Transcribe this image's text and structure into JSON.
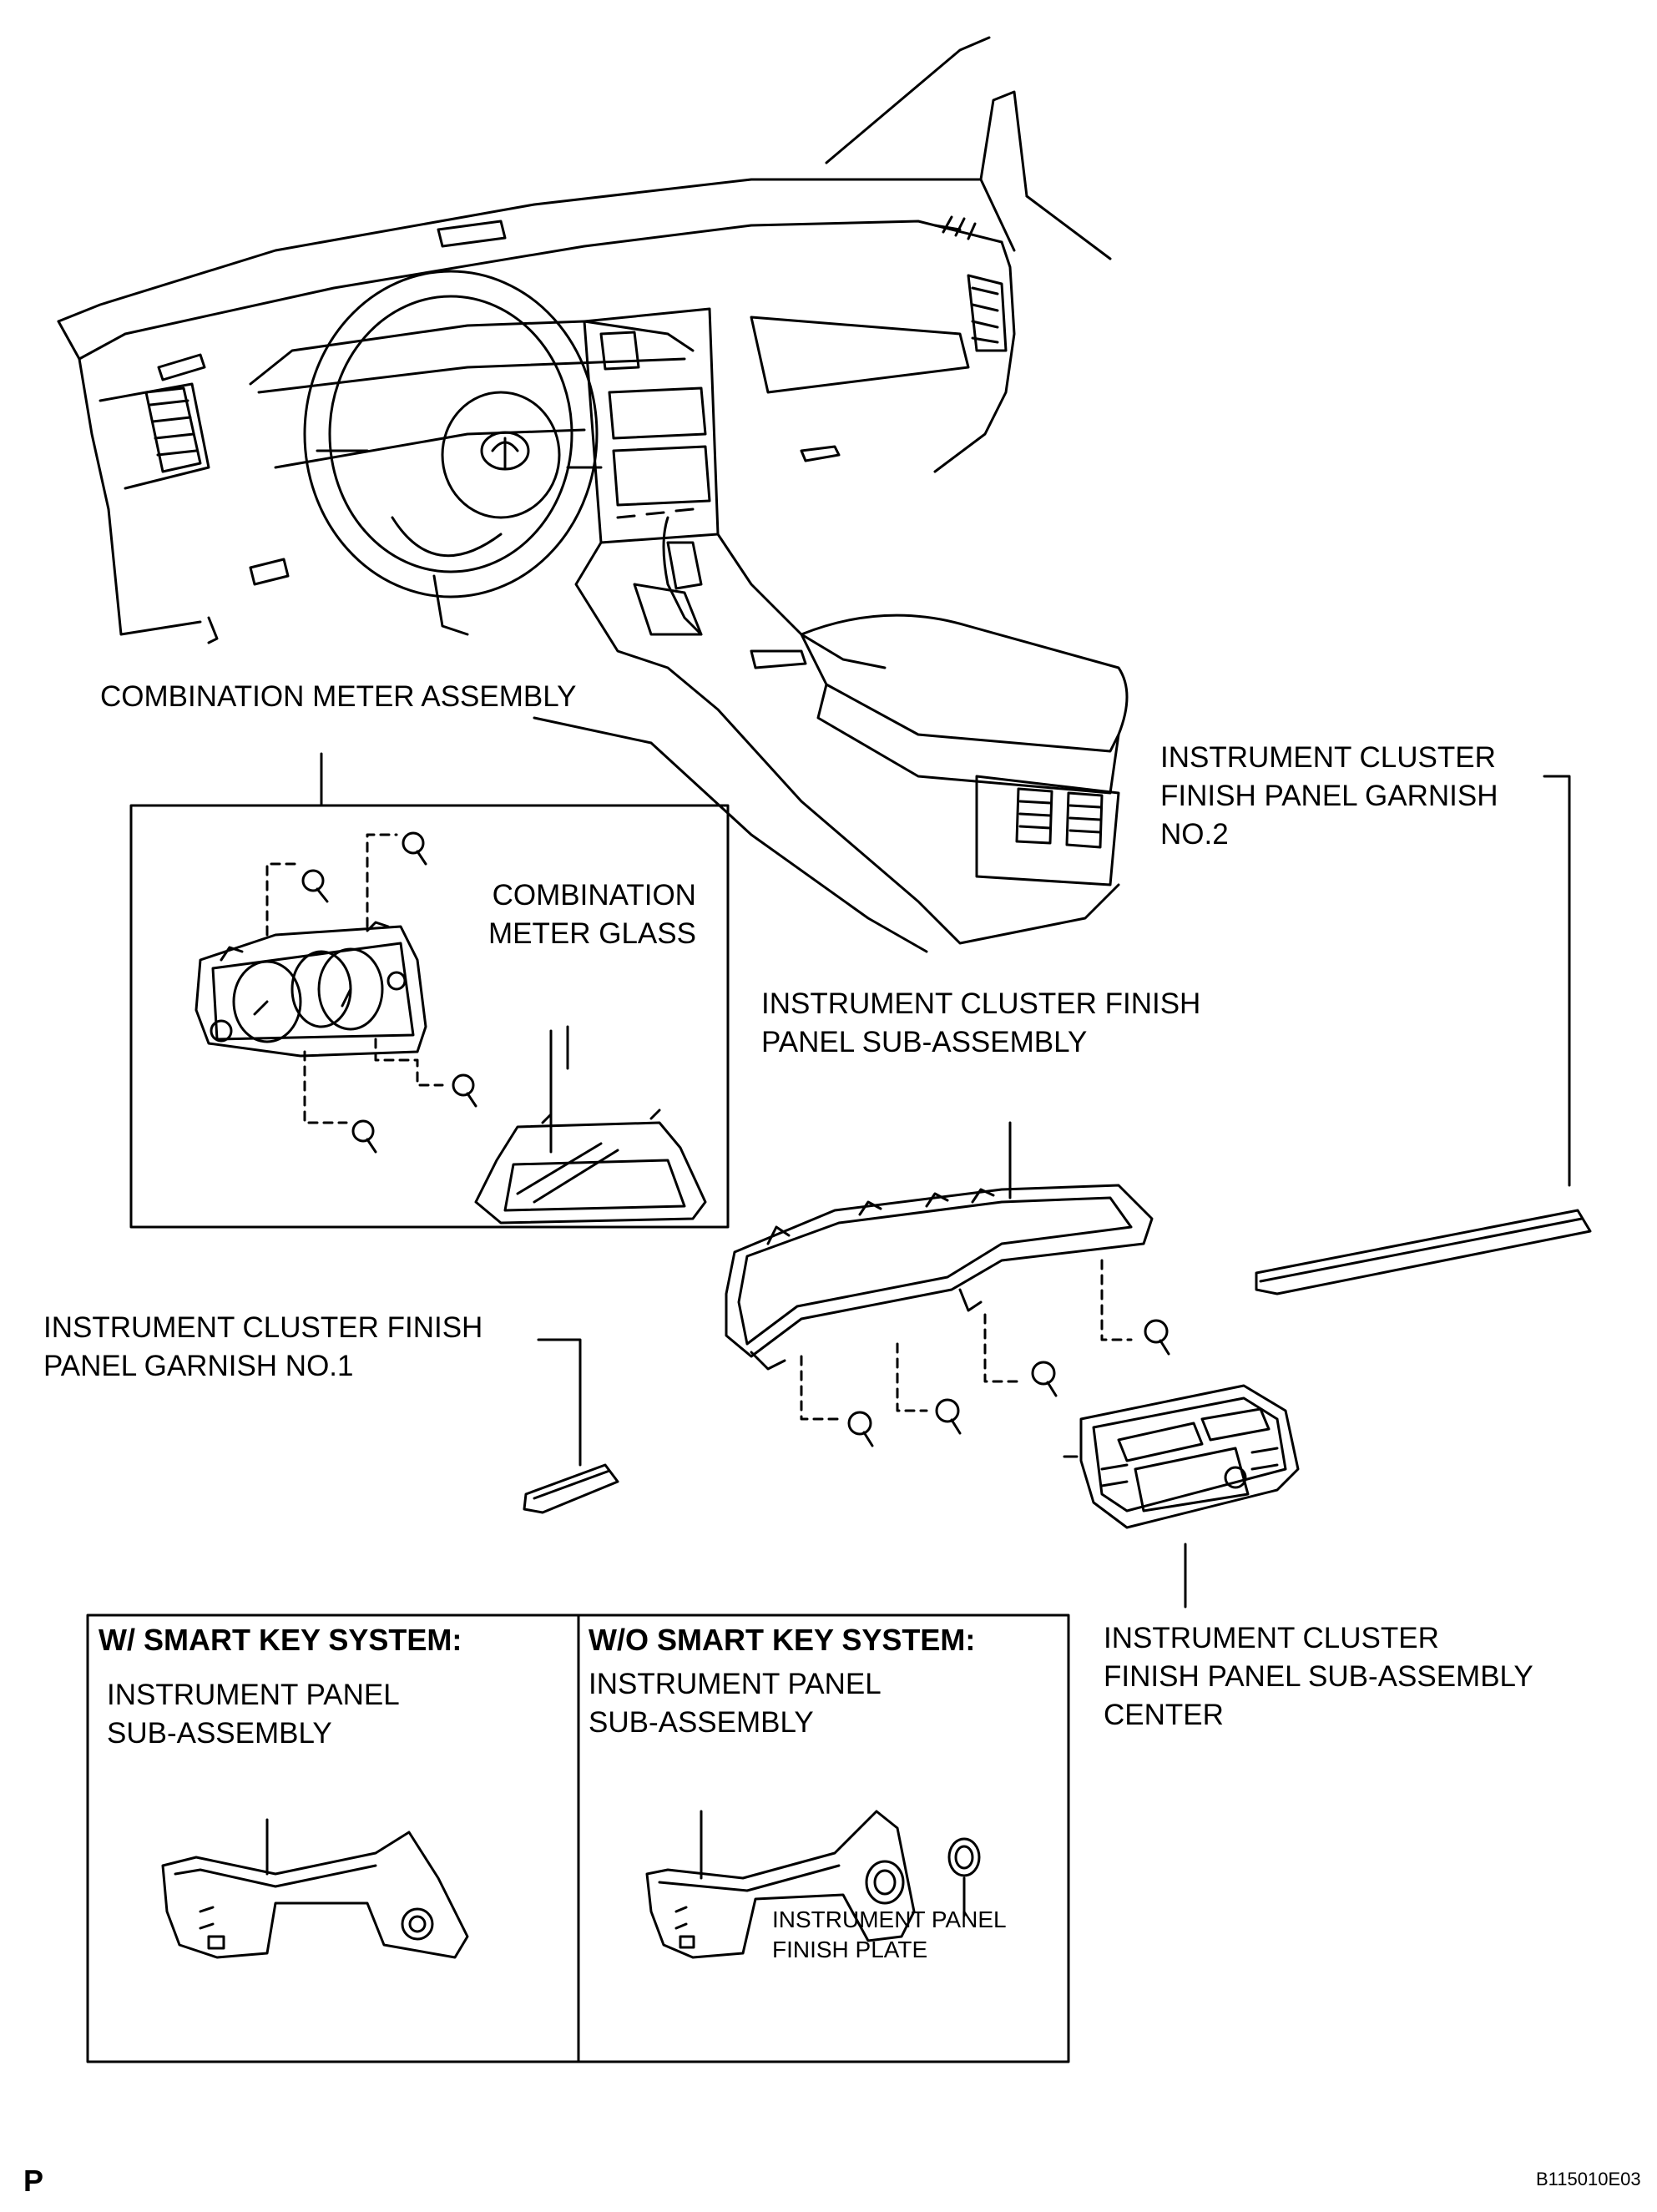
{
  "labels": {
    "combination_meter_assembly": [
      "COMBINATION METER ASSEMBLY"
    ],
    "combination_meter_glass": [
      "COMBINATION",
      "METER GLASS"
    ],
    "garnish_no2": [
      "INSTRUMENT CLUSTER",
      "FINISH PANEL GARNISH",
      "NO.2"
    ],
    "cluster_finish_panel_sub": [
      "INSTRUMENT CLUSTER FINISH",
      "PANEL SUB-ASSEMBLY"
    ],
    "garnish_no1": [
      "INSTRUMENT CLUSTER FINISH",
      "PANEL GARNISH NO.1"
    ],
    "cluster_center": [
      "INSTRUMENT CLUSTER",
      "FINISH PANEL SUB-ASSEMBLY",
      "CENTER"
    ],
    "panel_sub_left": [
      "INSTRUMENT PANEL",
      "SUB-ASSEMBLY"
    ],
    "panel_sub_right": [
      "INSTRUMENT PANEL",
      "SUB-ASSEMBLY"
    ],
    "finish_plate": [
      "INSTRUMENT PANEL",
      "FINISH PLATE"
    ]
  },
  "variants": {
    "with_smart_key": "W/ SMART KEY SYSTEM:",
    "without_smart_key": "W/O SMART KEY SYSTEM:"
  },
  "footer": {
    "left_mark": "P",
    "figure_code": "B115010E03"
  }
}
